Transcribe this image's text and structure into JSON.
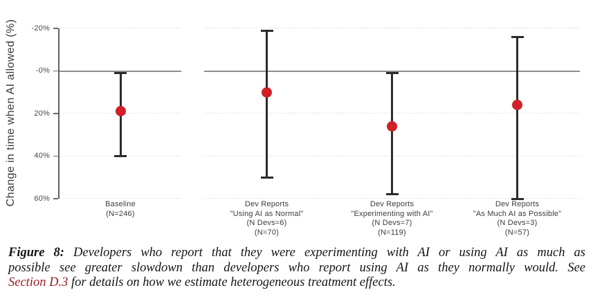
{
  "figure": {
    "caption": {
      "label": "Figure 8:",
      "line1_rest": "Developers who report that they were experimenting with AI or using AI as much as",
      "line2": "possible see greater slowdown than developers who report using AI as they normally would.  See",
      "link": "Section D.3",
      "line3_rest": "for details on how we estimate heterogeneous treatment effects.",
      "link_color": "#9b1c20"
    }
  },
  "chart_data": {
    "type": "scatter",
    "subtype": "point-estimates-with-error-bars",
    "title": "",
    "xlabel": "",
    "ylabel": "Change in time when AI allowed (%)",
    "ylim": [
      -20,
      60
    ],
    "y_axis_inverted": true,
    "units": "percent (positive = slowdown when AI allowed)",
    "grid": "horizontal dashed at each tick",
    "zero_reference_line": true,
    "legend": "none",
    "point_color": "#d01f27",
    "error_bar_color": "#2e2a2b",
    "y_ticks": [
      {
        "value": -20,
        "label": "-20%"
      },
      {
        "value": 0,
        "label": "-0%"
      },
      {
        "value": 20,
        "label": "20%"
      },
      {
        "value": 40,
        "label": "40%"
      },
      {
        "value": 60,
        "label": "60%"
      }
    ],
    "panels": [
      {
        "categories": [
          {
            "label_lines": [
              "Baseline",
              "(N=246)"
            ],
            "value": 19,
            "ci_low": 1,
            "ci_high": 40
          }
        ]
      },
      {
        "categories": [
          {
            "label_lines": [
              "Dev Reports",
              "\"Using AI as Normal\"",
              "(N Devs=6)",
              "(N=70)"
            ],
            "value": 10,
            "ci_low": -19,
            "ci_high": 50
          },
          {
            "label_lines": [
              "Dev Reports",
              "\"Experimenting with AI\"",
              "(N Devs=7)",
              "(N=119)"
            ],
            "value": 26,
            "ci_low": 1,
            "ci_high": 58
          },
          {
            "label_lines": [
              "Dev Reports",
              "\"As Much AI as Possible\"",
              "(N Devs=3)",
              "(N=57)"
            ],
            "value": 16,
            "ci_low": -16,
            "ci_high": 60
          }
        ]
      }
    ]
  }
}
